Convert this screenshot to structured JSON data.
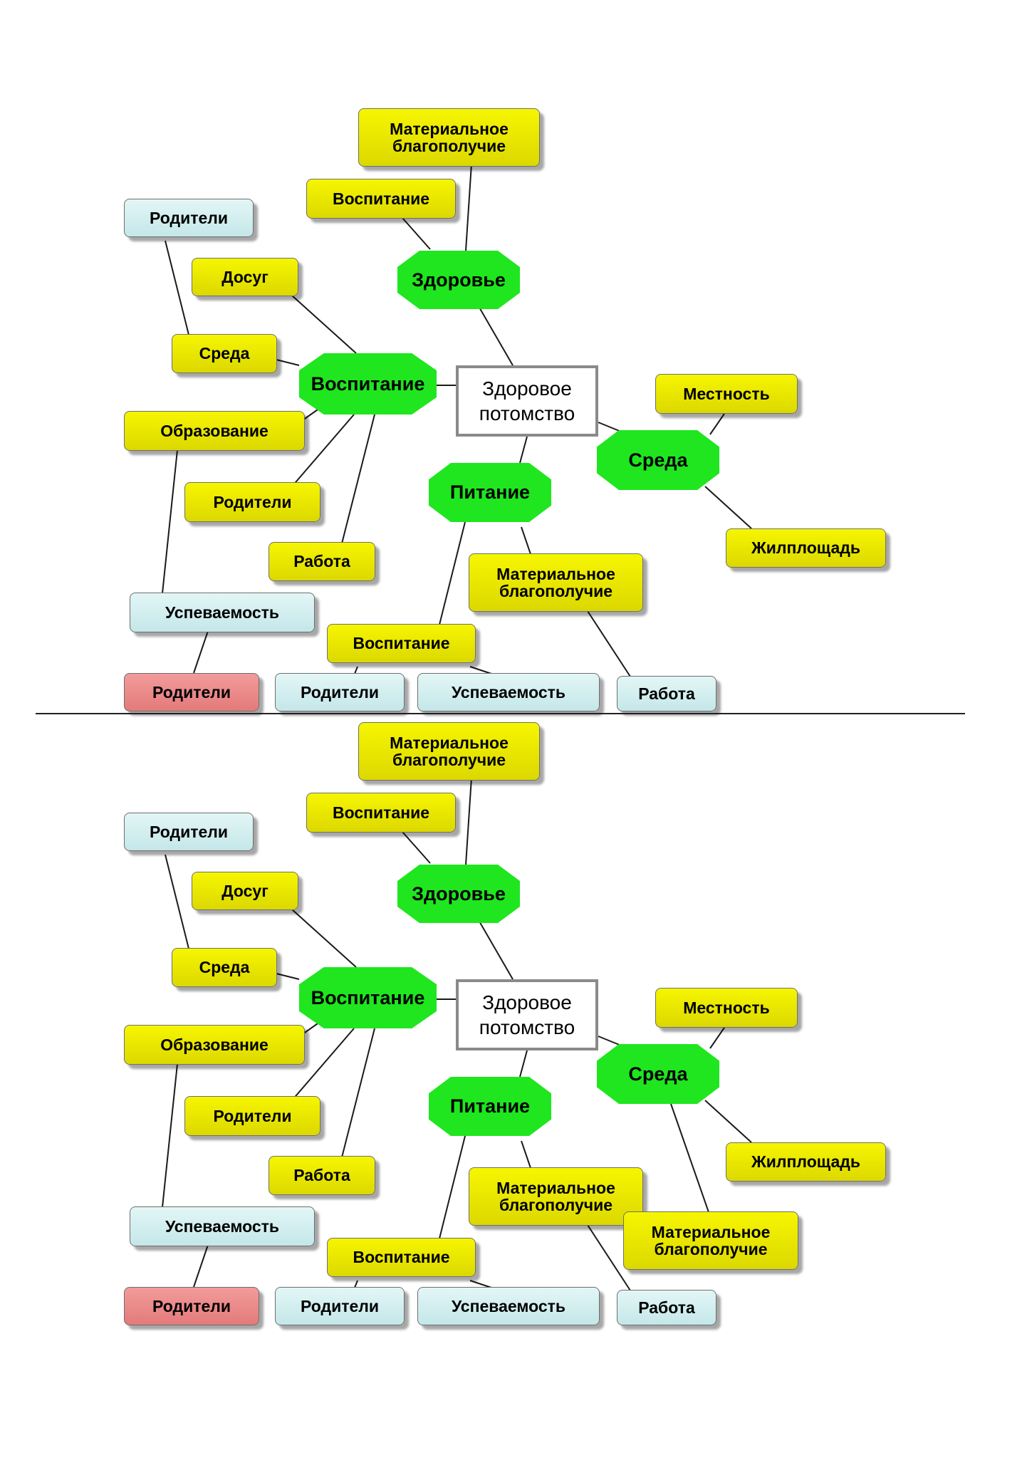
{
  "diagrams": [
    {
      "id": "top",
      "center": "Здоровое\nпотомство",
      "nodes": [
        {
          "key": "zdorovye",
          "label": "Здоровье"
        },
        {
          "key": "vospitanie",
          "label": "Воспитание"
        },
        {
          "key": "pitanie",
          "label": "Питание"
        },
        {
          "key": "sreda",
          "label": "Среда"
        },
        {
          "key": "mat_top",
          "label": "Материальное\nблагополучие"
        },
        {
          "key": "vosp_top",
          "label": "Воспитание"
        },
        {
          "key": "roditeli_top",
          "label": "Родители"
        },
        {
          "key": "dosug",
          "label": "Досуг"
        },
        {
          "key": "sreda_y",
          "label": "Среда"
        },
        {
          "key": "obrazovanie",
          "label": "Образование"
        },
        {
          "key": "roditeli_y",
          "label": "Родители"
        },
        {
          "key": "rabota_y",
          "label": "Работа"
        },
        {
          "key": "uspevaemost_l",
          "label": "Успеваемость"
        },
        {
          "key": "roditeli_red",
          "label": "Родители"
        },
        {
          "key": "mestnost",
          "label": "Местность"
        },
        {
          "key": "zhilploshad",
          "label": "Жилплощадь"
        },
        {
          "key": "mat_mid",
          "label": "Материальное\nблагополучие"
        },
        {
          "key": "vosp_bottom",
          "label": "Воспитание"
        },
        {
          "key": "roditeli_b",
          "label": "Родители"
        },
        {
          "key": "uspevaemost_b",
          "label": "Успеваемость"
        },
        {
          "key": "rabota_b",
          "label": "Работа"
        }
      ]
    },
    {
      "id": "bottom",
      "center": "Здоровое\nпотомство",
      "nodes": [
        {
          "key": "zdorovye",
          "label": "Здоровье"
        },
        {
          "key": "vospitanie",
          "label": "Воспитание"
        },
        {
          "key": "pitanie",
          "label": "Питание"
        },
        {
          "key": "sreda",
          "label": "Среда"
        },
        {
          "key": "mat_top",
          "label": "Материальное\nблагополучие"
        },
        {
          "key": "vosp_top",
          "label": "Воспитание"
        },
        {
          "key": "roditeli_top",
          "label": "Родители"
        },
        {
          "key": "dosug",
          "label": "Досуг"
        },
        {
          "key": "sreda_y",
          "label": "Среда"
        },
        {
          "key": "obrazovanie",
          "label": "Образование"
        },
        {
          "key": "roditeli_y",
          "label": "Родители"
        },
        {
          "key": "rabota_y",
          "label": "Работа"
        },
        {
          "key": "uspevaemost_l",
          "label": "Успеваемость"
        },
        {
          "key": "roditeli_red",
          "label": "Родители"
        },
        {
          "key": "mestnost",
          "label": "Местность"
        },
        {
          "key": "zhilploshad",
          "label": "Жилплощадь"
        },
        {
          "key": "mat_mid",
          "label": "Материальное\nблагополучие"
        },
        {
          "key": "mat_sreda",
          "label": "Материальное\nблагополучие"
        },
        {
          "key": "vosp_bottom",
          "label": "Воспитание"
        },
        {
          "key": "roditeli_b",
          "label": "Родители"
        },
        {
          "key": "uspevaemost_b",
          "label": "Успеваемость"
        },
        {
          "key": "rabota_b",
          "label": "Работа"
        }
      ]
    }
  ],
  "colors": {
    "hub": "#1fe61f",
    "leaf_yellow": "#f0ee00",
    "leaf_blue": "#d4eff0",
    "leaf_red": "#eb8a8a",
    "center_border": "#8a8a8a"
  }
}
